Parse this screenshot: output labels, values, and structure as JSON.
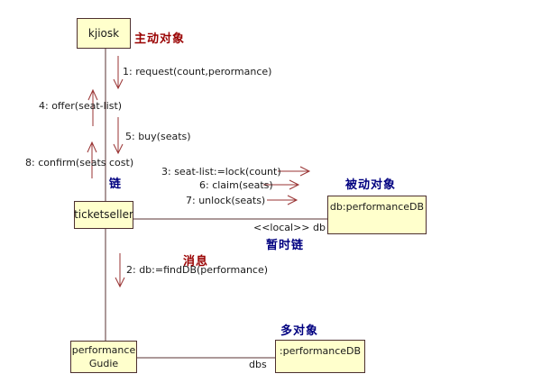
{
  "diagram_type": "uml-collaboration-diagram",
  "colors": {
    "background": "#FFFFFF",
    "box_fill": "#FFFFCC",
    "box_border": "#4D3030",
    "link_line": "#5A3333",
    "message_arrow": "#993333",
    "message_text": "#1A1A1A",
    "annotation_red": "#990000",
    "annotation_blue": "#000080"
  },
  "nodes": {
    "kjiosk": {
      "label": "kjiosk"
    },
    "ticketseller": {
      "label": "ticketseller"
    },
    "db_performancedb": {
      "label": "db:performanceDB"
    },
    "performance_guide": {
      "line1": "performance",
      "line2": "Gudie"
    },
    "performancedb_multi": {
      "label": ":performanceDB"
    }
  },
  "messages": {
    "m1": "1: request(count,perormance)",
    "m2": "2: db:=findDB(performance)",
    "m3": "3: seat-list:=lock(count)",
    "m4": "4: offer(seat-list)",
    "m5": "5: buy(seats)",
    "m6": "6: claim(seats)",
    "m7": "7: unlock(seats)",
    "m8": "8: confirm(seats cost)"
  },
  "link_labels": {
    "local_db": "<<local>> db",
    "dbs": "dbs"
  },
  "annotations": {
    "active_object": "主动对象",
    "link": "链",
    "passive_object": "被动对象",
    "temporary_link": "暂时链",
    "message": "消息",
    "multi_object": "多对象"
  }
}
